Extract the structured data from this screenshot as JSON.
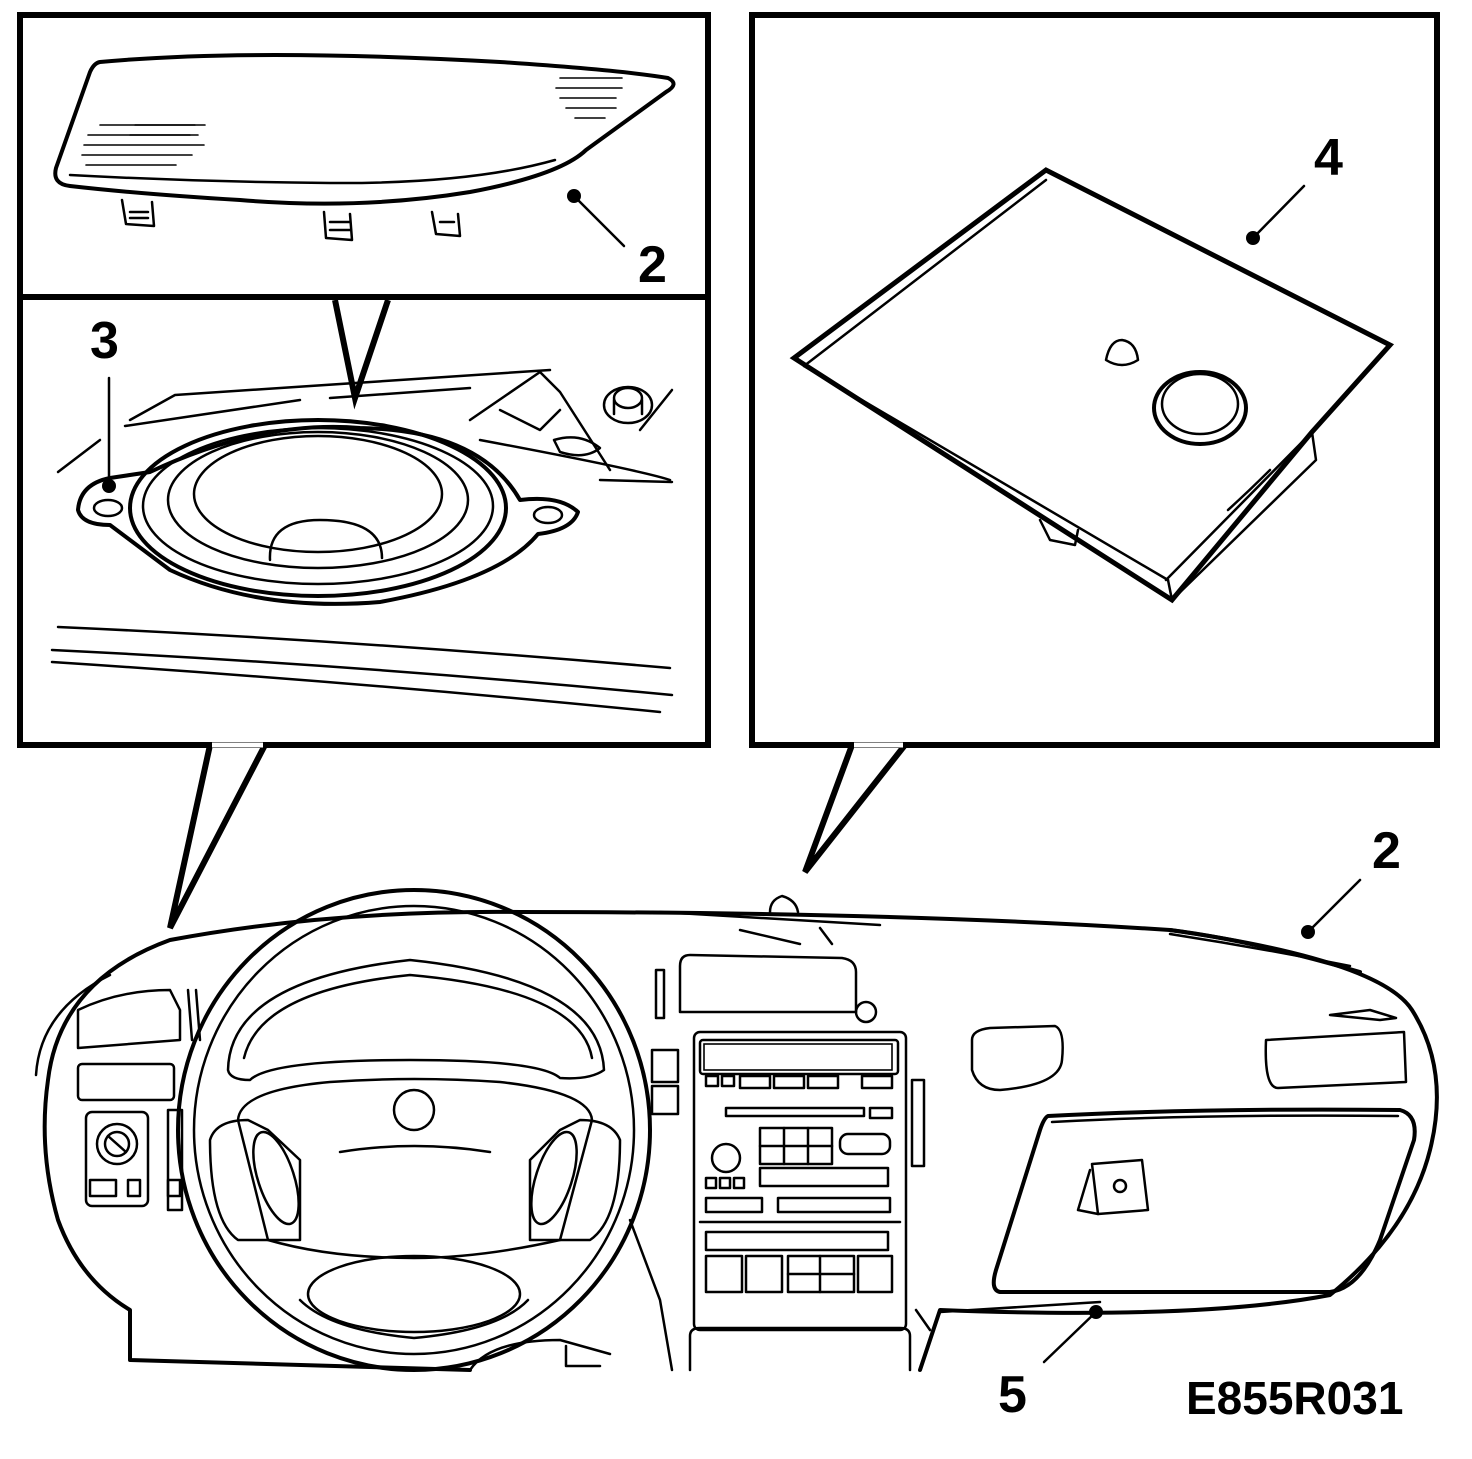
{
  "figure_code": "E855R031",
  "callouts": {
    "panel_top_left_cover": "2",
    "panel_speaker": "3",
    "panel_top_right_cover": "4",
    "dash_top_right": "2",
    "glovebox": "5"
  },
  "colors": {
    "line": "#000000",
    "background": "#ffffff"
  }
}
